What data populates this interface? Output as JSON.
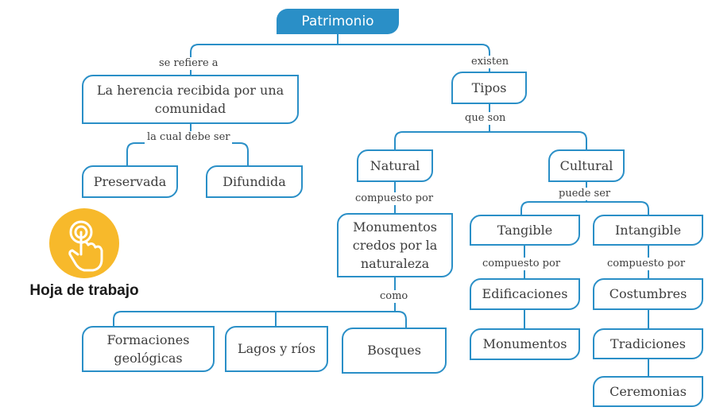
{
  "root": "Patrimonio",
  "nodes": {
    "herencia": "La herencia recibida por una comunidad",
    "preservada": "Preservada",
    "difundida": "Difundida",
    "tipos": "Tipos",
    "natural": "Natural",
    "cultural": "Cultural",
    "monumentos_naturales": "Monumentos credos por la naturaleza",
    "formaciones": "Formaciones geológicas",
    "lagos": "Lagos y ríos",
    "bosques": "Bosques",
    "tangible": "Tangible",
    "intangible": "Intangible",
    "edificaciones": "Edificaciones",
    "monumentos": "Monumentos",
    "costumbres": "Costumbres",
    "tradiciones": "Tradiciones",
    "ceremonias": "Ceremonias"
  },
  "connectors": {
    "se_refiere_a": "se refiere a",
    "existen": "existen",
    "la_cual_debe_ser": "la cual debe ser",
    "que_son": "que son",
    "compuesto_por_natural": "compuesto por",
    "puede_ser": "puede ser",
    "compuesto_por_tangible": "compuesto por",
    "compuesto_por_intangible": "compuesto por",
    "como": "como"
  },
  "worksheet": {
    "label": "Hoja de trabajo",
    "icon": "touch-hand-icon"
  },
  "colors": {
    "accent": "#2a8fc7",
    "badge": "#f7b92b",
    "text": "#3d3d3d"
  }
}
